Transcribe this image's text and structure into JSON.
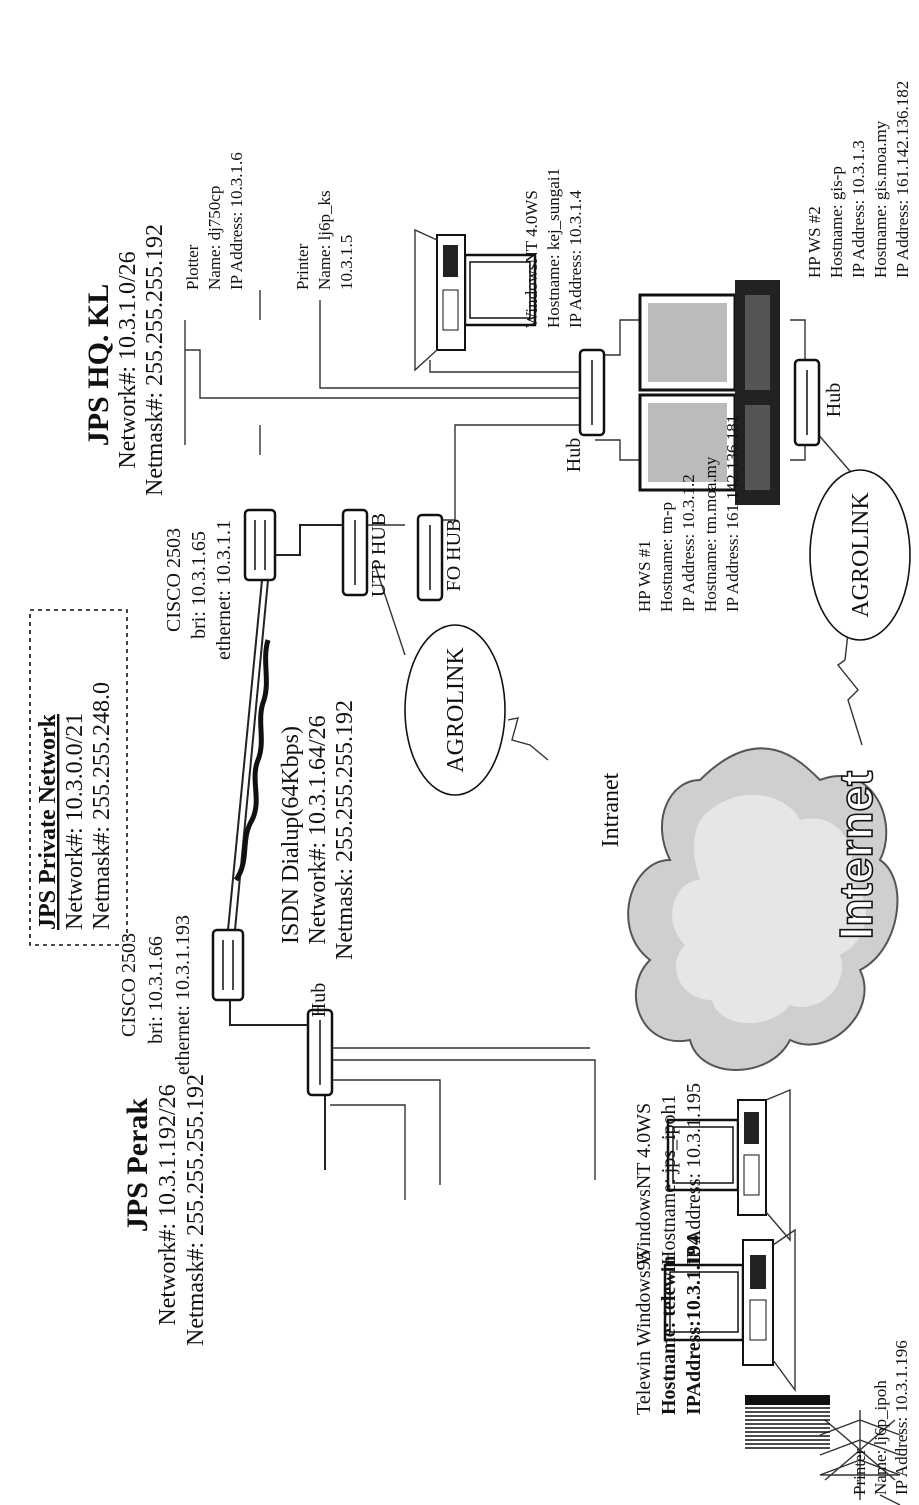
{
  "jps_perak": {
    "title": "JPS Perak",
    "network": "Network#: 10.3.1.192/26",
    "netmask": "Netmask#: 255.255.255.192"
  },
  "jps_hq": {
    "title": "JPS HQ. KL",
    "network": "Network#: 10.3.1.0/26",
    "netmask": "Netmask#: 255.255.255.192"
  },
  "private_network": {
    "title": "JPS Private Network",
    "network": "Network#: 10.3.0.0/21",
    "netmask": "Netmask#: 255.255.248.0"
  },
  "cisco_perak": {
    "name": "CISCO 2503",
    "bri": "bri: 10.3.1.66",
    "ethernet": "ethernet: 10.3.1.193"
  },
  "cisco_hq": {
    "name": "CISCO 2503",
    "bri": "bri: 10.3.1.65",
    "ethernet": "ethernet: 10.3.1.1"
  },
  "isdn": {
    "title": "ISDN Dialup(64Kbps)",
    "network": "Network#: 10.3.1.64/26",
    "netmask": "Netmask: 255.255.255.192"
  },
  "hubs": {
    "perak_hub": "Hub",
    "utp_hub": "UTP HUB",
    "fo_hub": "FO HUB",
    "hq_hub": "Hub",
    "hq_hub2": "Hub"
  },
  "agrolink_1": "AGROLINK",
  "agrolink_2": "AGROLINK",
  "intranet": "Intranet",
  "internet": "Internet",
  "telewin": {
    "line1": "Telewin Windows95",
    "line2": "Hostname: telewin",
    "line3": "IPAddress:10.3.1.194"
  },
  "ws_ipoh": {
    "line1": "WindowsNT 4.0WS",
    "line2": "Hostname: jps_ipoh1",
    "line3": "IP Address: 10.3.1.195"
  },
  "printer_ipoh": {
    "line1": "Printer",
    "line2": "Name: lj6p_ipoh",
    "line3": "IP Address: 10.3.1.196"
  },
  "plotter_hq": {
    "line1": "Plotter",
    "line2": "Name: dj750cp",
    "line3": "IP Address: 10.3.1.6"
  },
  "printer_hq": {
    "line1": "Printer",
    "line2": "Name: lj6p_ks",
    "line3": "10.3.1.5"
  },
  "ws_hq": {
    "line1": "WindowsNT 4.0WS",
    "line2": "Hostname: kej_sungai1",
    "line3": "IP Address: 10.3.1.4"
  },
  "hp_ws1": {
    "line1": "HP WS #1",
    "line2": "Hostname: tm-p",
    "line3": "IP Address: 10.3.1.2",
    "line4": "Hostname: tm.moa.my",
    "line5": "IP Address: 161.142.136.181"
  },
  "hp_ws2": {
    "line1": "HP WS #2",
    "line2": "Hostname: gis-p",
    "line3": "IP Address: 10.3.1.3",
    "line4": "Hostname: gis.moa.my",
    "line5": "IP Address: 161.142.136.182"
  }
}
